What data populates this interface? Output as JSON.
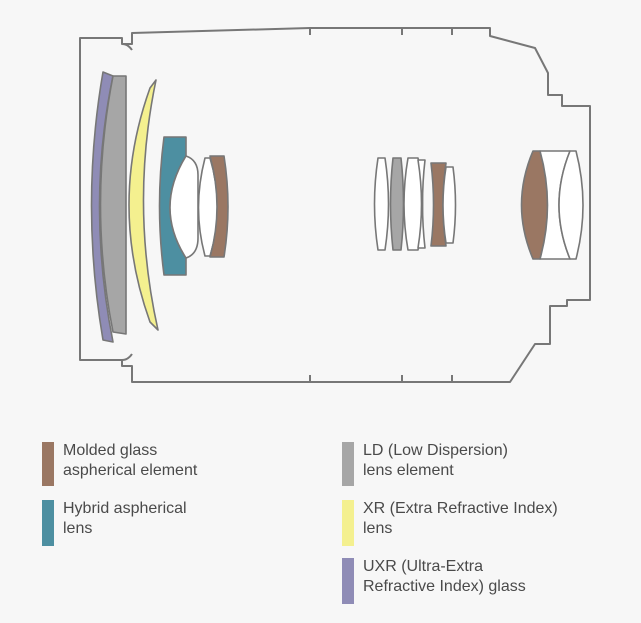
{
  "colors": {
    "molded": "#9a7763",
    "hybrid": "#4d8fa1",
    "ld": "#a6a6a6",
    "xr": "#f4f08f",
    "uxr": "#8f8cb6",
    "outline": "#777777",
    "background": "#f7f7f7"
  },
  "legend": [
    {
      "id": "molded",
      "line1": "Molded glass",
      "line2": "aspherical element",
      "color": "#9a7763"
    },
    {
      "id": "ld",
      "line1": "LD (Low Dispersion)",
      "line2": "lens element",
      "color": "#a6a6a6"
    },
    {
      "id": "hybrid",
      "line1": "Hybrid aspherical",
      "line2": "lens",
      "color": "#4d8fa1"
    },
    {
      "id": "xr",
      "line1": "XR (Extra Refractive Index)",
      "line2": "lens",
      "color": "#f4f08f"
    },
    {
      "id": "uxr",
      "line1": "UXR (Ultra-Extra",
      "line2": "Refractive Index) glass",
      "color": "#8f8cb6"
    }
  ]
}
